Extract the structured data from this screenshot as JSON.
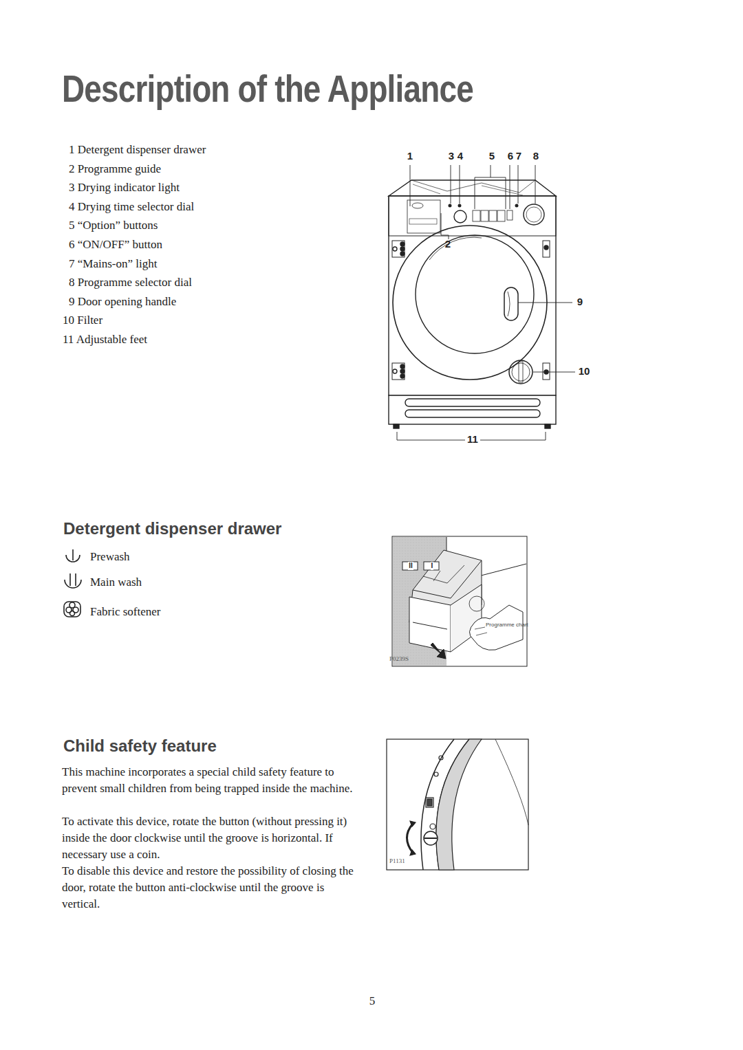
{
  "diagram": {
    "title": "Description of the Appliance",
    "labels": [
      "1 Detergent dispenser drawer",
      "2 Programme guide",
      "3 Drying indicator light",
      "4 Drying time selector dial",
      "5 “Option” buttons",
      "6 “ON/OFF” button",
      "7 “Mains-on” light",
      "8 Programme selector dial",
      "9 Door opening handle",
      "10 Filter",
      "11 Adjustable feet",
      "1",
      "3",
      "4",
      "5",
      "6",
      "7",
      "8",
      "2",
      "9",
      "10",
      "11",
      "Detergent dispenser drawer",
      "Prewash",
      "Main wash",
      "Fabric softener",
      "II",
      "I",
      "Programme chart",
      "P0239S",
      "Child safety feature",
      "This machine incorporates a special child safety feature to prevent small children from being trapped inside the machine.",
      "To activate this device, rotate the button (without pressing it) inside the door clockwise until the groove is horizontal. If necessary use a coin.",
      "To disable this device and restore the possibility of closing the door, rotate the button anti-clockwise until the groove is vertical.",
      "P1131",
      "5"
    ]
  }
}
